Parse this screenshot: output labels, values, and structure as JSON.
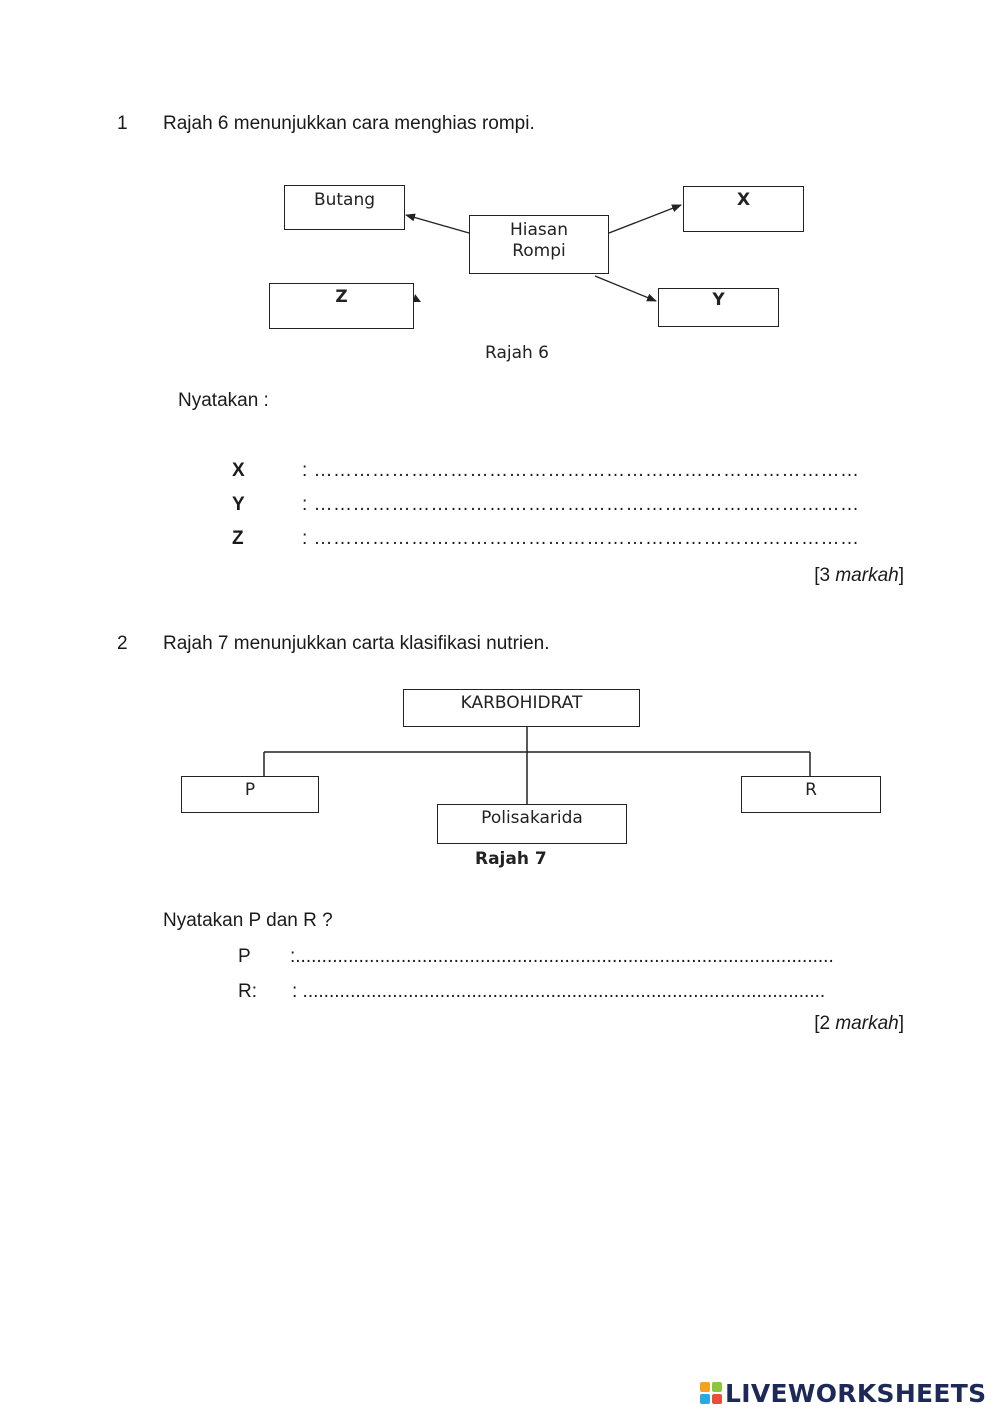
{
  "q1": {
    "number": "1",
    "stem": "Rajah 6 menunjukkan cara menghias rompi.",
    "diagram": {
      "center": [
        "Hiasan",
        "Rompi"
      ],
      "butang": "Butang",
      "x": "X",
      "y": "Y",
      "z": "Z",
      "caption": "Rajah 6"
    },
    "prompt": "Nyatakan :",
    "answers": [
      {
        "label": "X",
        "line": ": …………………………………………………………………………"
      },
      {
        "label": "Y",
        "line": ": …………………………………………………………………………"
      },
      {
        "label": "Z",
        "line": ": …………………………………………………………………………"
      }
    ],
    "marks_open": "[3 ",
    "marks_word": "markah",
    "marks_close": "]"
  },
  "q2": {
    "number": "2",
    "stem": "Rajah 7 menunjukkan carta klasifikasi nutrien.",
    "diagram": {
      "root": "KARBOHIDRAT",
      "p": "P",
      "middle": "Polisakarida",
      "r": "R",
      "caption": "Rajah 7"
    },
    "prompt": "Nyatakan P dan R ?",
    "answers": [
      {
        "label": "P",
        "line": ":......................................................................................................"
      },
      {
        "label": "R:",
        "line": ":  ..................................................................................................."
      }
    ],
    "marks_open": "[2 ",
    "marks_word": "markah",
    "marks_close": "]"
  },
  "footer": {
    "logo_text": "LIVEWORKSHEETS",
    "logo_colors": [
      "#f6a21e",
      "#8cc63f",
      "#29a9e1",
      "#e94e3c"
    ]
  }
}
